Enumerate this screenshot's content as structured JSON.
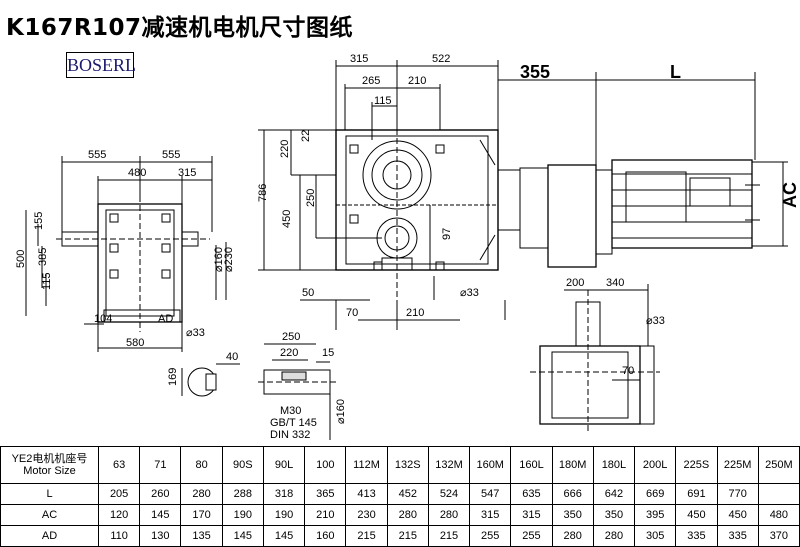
{
  "title": "K167R107减速机电机尺寸图纸",
  "brand": "BOSERL",
  "dims": {
    "d315a": "315",
    "d522": "522",
    "d355": "355",
    "dL": "L",
    "d265": "265",
    "d210a": "210",
    "d115a": "115",
    "d220": "220",
    "d22": "22",
    "d786": "786",
    "d250a": "250",
    "d450": "450",
    "d97": "97",
    "dAC": "AC",
    "d50a": "50",
    "d33a": "⌀33",
    "d70a": "70",
    "d210b": "210",
    "d555a": "555",
    "d555b": "555",
    "d480": "480",
    "d315b": "315",
    "d155": "155",
    "d385": "385",
    "d500": "500",
    "d115b": "115",
    "d160": "⌀160",
    "d230": "⌀230",
    "d104": "104",
    "dAD": "AD",
    "d580": "580",
    "d33b": "⌀33",
    "d169": "169",
    "d40": "40",
    "d250b": "250",
    "d220b": "220",
    "d15": "15",
    "m30": "M30",
    "gbt": "GB/T 145",
    "din": "DIN 332",
    "d160b": "⌀160",
    "d200": "200",
    "d340": "340",
    "d33c": "⌀33",
    "d70b": "70"
  },
  "table": {
    "header_label": "YE2电机机座号",
    "header_label2": "Motor Size",
    "sizes": [
      "63",
      "71",
      "80",
      "90S",
      "90L",
      "100",
      "112M",
      "132S",
      "132M",
      "160M",
      "160L",
      "180M",
      "180L",
      "200L",
      "225S",
      "225M",
      "250M"
    ],
    "rows": [
      {
        "label": "L",
        "values": [
          "205",
          "260",
          "280",
          "288",
          "318",
          "365",
          "413",
          "452",
          "524",
          "547",
          "635",
          "666",
          "642",
          "669",
          "691",
          "770",
          " "
        ]
      },
      {
        "label": "AC",
        "values": [
          "120",
          "145",
          "170",
          "190",
          "190",
          "210",
          "230",
          "280",
          "280",
          "315",
          "315",
          "350",
          "350",
          "395",
          "450",
          "450",
          "480"
        ]
      },
      {
        "label": "AD",
        "values": [
          "110",
          "130",
          "135",
          "145",
          "145",
          "160",
          "215",
          "215",
          "215",
          "255",
          "255",
          "280",
          "280",
          "305",
          "335",
          "335",
          "370"
        ]
      }
    ]
  }
}
